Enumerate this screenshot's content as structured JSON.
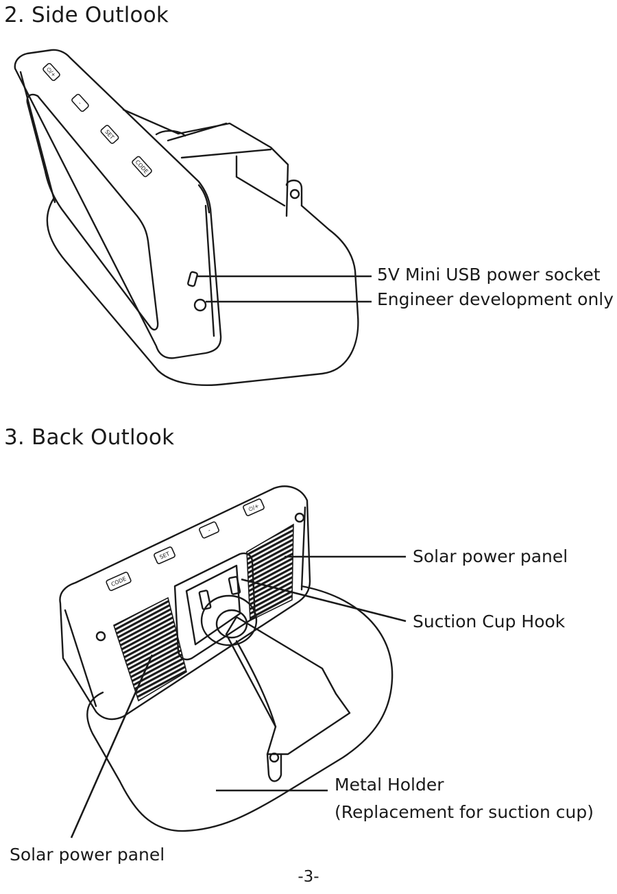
{
  "sections": {
    "side": {
      "title": "2. Side Outlook",
      "callouts": {
        "usb": "5V  Mini USB power socket",
        "engineer": "Engineer development only"
      }
    },
    "back": {
      "title": "3. Back Outlook",
      "callouts": {
        "solar_top": "Solar power panel",
        "suction": "Suction Cup Hook",
        "metal_line1": "Metal Holder",
        "metal_line2": "(Replacement for suction cup)",
        "solar_bottom": "Solar power panel"
      }
    }
  },
  "device_buttons": {
    "power": "⏻/+",
    "minus": "-",
    "set": "SET",
    "code": "CODE"
  },
  "page_number": "-3-"
}
